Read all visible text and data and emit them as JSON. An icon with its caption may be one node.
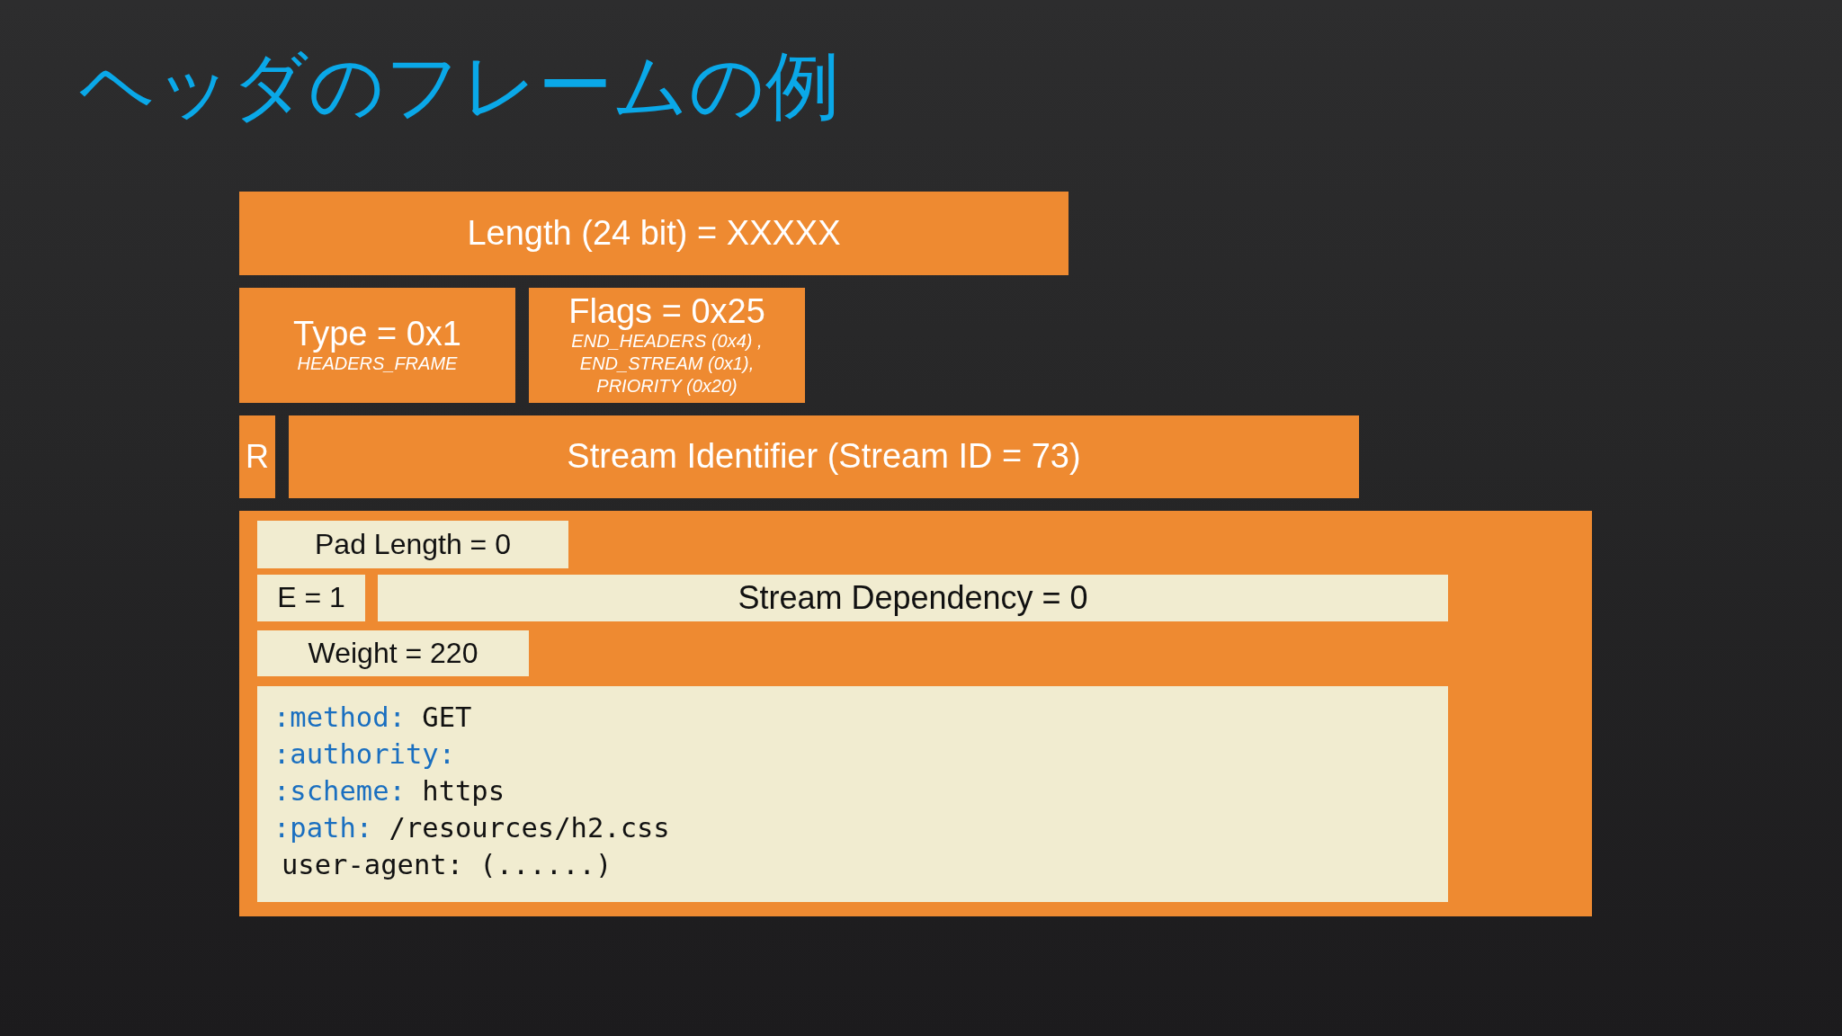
{
  "diagram": {
    "title": "ヘッダのフレームの例",
    "nodes": [
      {
        "text": [
          "Length (24 bit) = XXXXX"
        ]
      },
      {
        "text": [
          "Type = 0x1",
          "HEADERS_FRAME"
        ]
      },
      {
        "text": [
          "Flags = 0x25",
          "END_HEADERS (0x4) , END_STREAM (0x1), PRIORITY (0x20)"
        ]
      },
      {
        "text": [
          "R"
        ]
      },
      {
        "text": [
          "Stream Identifier (Stream ID = 73)"
        ]
      },
      {
        "text": [],
        "shape": "box"
      },
      {
        "text": [
          "Pad Length = 0"
        ],
        "in": 5
      },
      {
        "text": [
          "E = 1"
        ],
        "in": 5
      },
      {
        "text": [
          "Stream Dependency = 0"
        ],
        "in": 5
      },
      {
        "text": [
          "Weight = 220"
        ],
        "in": 5
      },
      {
        "text": [
          ":method: GET",
          ":authority:",
          ":scheme: https",
          ":path: /resources/h2.css",
          "user-agent: (......)"
        ],
        "in": 5
      }
    ]
  }
}
